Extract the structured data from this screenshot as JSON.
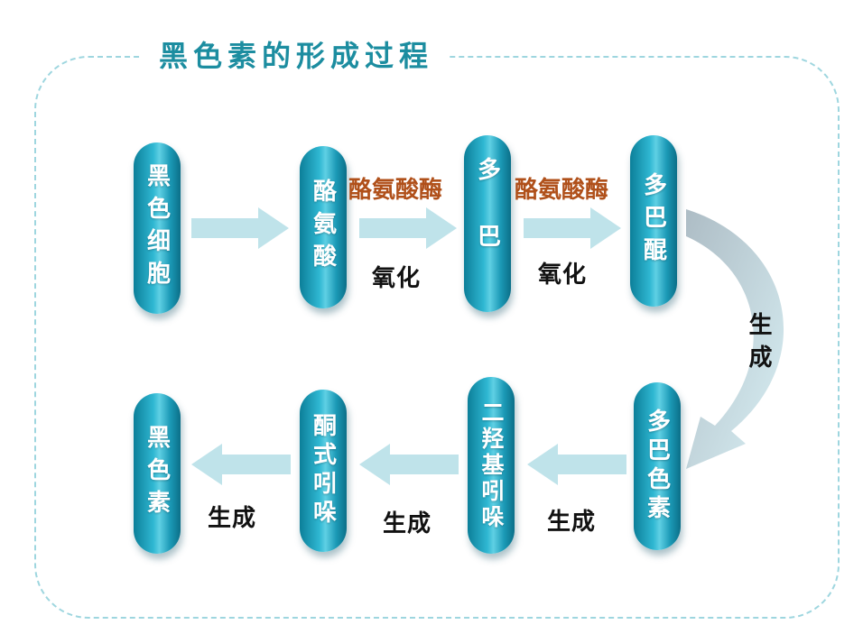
{
  "title": "黑色素的形成过程",
  "nodes": {
    "n1": "黑色细胞",
    "n2": "酪氨酸",
    "n3": "多巴",
    "n4": "多巴醌",
    "n5": "多巴色素",
    "n6": "二羟基吲哚",
    "n7": "酮式吲哚",
    "n8": "黑色素"
  },
  "edges": {
    "e23_enzyme": "酪氨酸酶",
    "e23_action": "氧化",
    "e34_enzyme": "酪氨酸酶",
    "e34_action": "氧化",
    "e45_action": "生成",
    "e56_action": "生成",
    "e67_action": "生成",
    "e78_action": "生成"
  },
  "colors": {
    "accent": "#1c8da0",
    "pill": "#1ea3c0",
    "arrow": "#bfe3ea",
    "enzyme_text": "#b0501a"
  }
}
